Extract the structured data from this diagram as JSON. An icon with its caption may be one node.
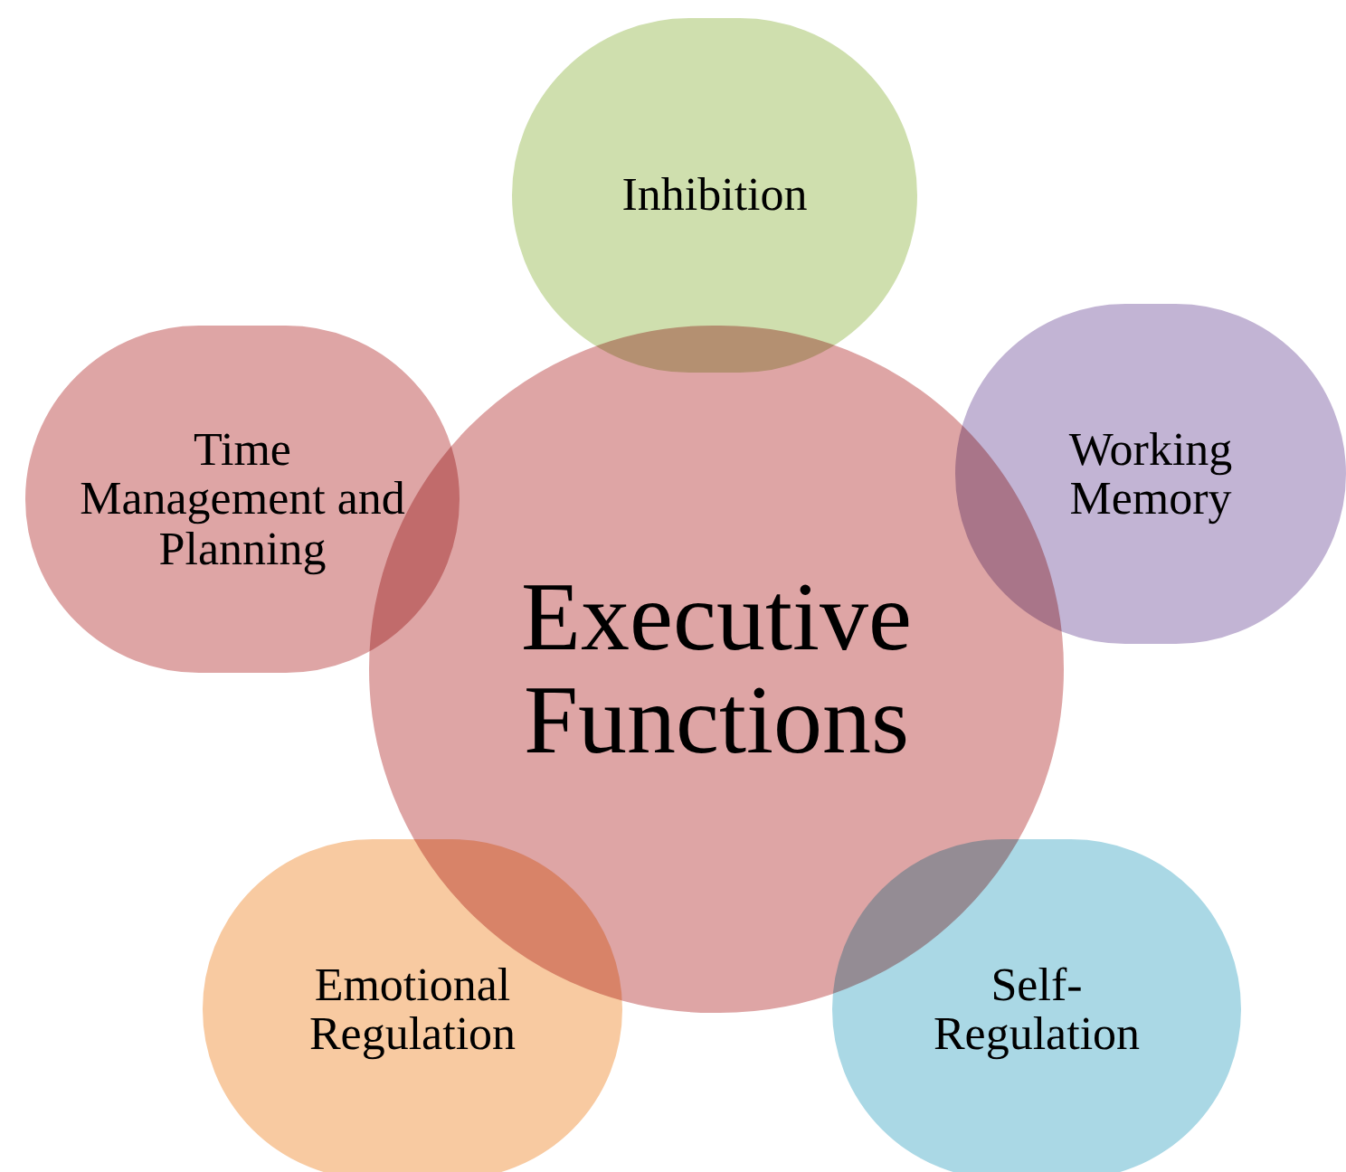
{
  "diagram": {
    "nodes": [
      {
        "text": [
          "Executive Functions"
        ]
      },
      {
        "text": [
          "Inhibition"
        ]
      },
      {
        "text": [
          "Working Memory"
        ]
      },
      {
        "text": [
          "Self-Regulation"
        ]
      },
      {
        "text": [
          "Emotional Regulation"
        ]
      },
      {
        "text": [
          "Time Management and Planning"
        ]
      }
    ]
  }
}
